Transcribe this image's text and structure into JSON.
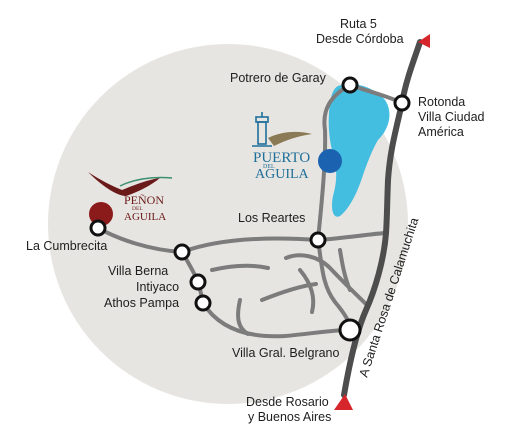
{
  "colors": {
    "region": "#e7e5e1",
    "road": "#7c7c7c",
    "highway": "#4d4d4d",
    "lake": "#43bde0",
    "puerto_dot": "#1b63b0",
    "penon_dot": "#8b1a1a",
    "arrow": "#d6262b",
    "brand_blue": "#1f6f9a",
    "brand_red": "#6b1a1a"
  },
  "labels": {
    "ruta5_line1": "Ruta 5",
    "ruta5_line2": "Desde Córdoba",
    "potrero": "Potrero de Garay",
    "rotonda_line1": "Rotonda",
    "rotonda_line2": "Villa Ciudad",
    "rotonda_line3": "América",
    "los_reartes": "Los Reartes",
    "la_cumbrecita": "La Cumbrecita",
    "villa_berna": "Villa Berna",
    "intiyaco": "Intiyaco",
    "athos_pampa": "Athos Pampa",
    "villa_gral_belgrano": "Villa Gral. Belgrano",
    "rosario_line1": "Desde Rosario",
    "rosario_line2": "y Buenos Aires",
    "santa_rosa_road": "A Santa Rosa de Calamuchita"
  },
  "logos": {
    "puerto_line1": "PUERTO",
    "puerto_small": "DEL",
    "puerto_line2": "AGUILA",
    "penon_line1": "PEÑON",
    "penon_small": "DEL",
    "penon_line2": "AGUILA"
  },
  "icons": {
    "town": "open-circle-marker",
    "resort": "filled-circle-marker",
    "direction": "triangle-arrow"
  }
}
